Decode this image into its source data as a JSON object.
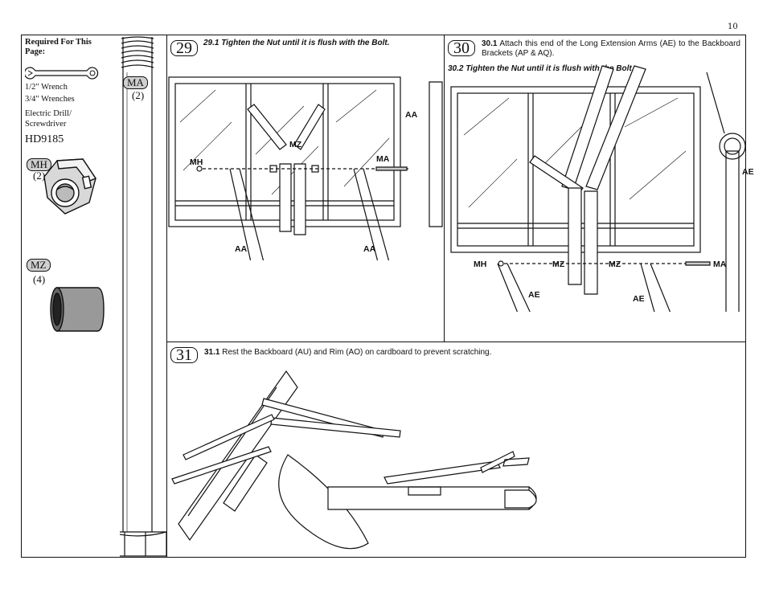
{
  "page": {
    "number": "10"
  },
  "parts": {
    "title": "Required For This Page:",
    "tools": [
      "1/2\" Wrench",
      "3/4\" Wrenches",
      "Electric Drill/",
      "Screwdriver"
    ],
    "model": "HD9185",
    "items": [
      {
        "code": "MA",
        "qty": "(2)"
      },
      {
        "code": "MH",
        "qty": "(2)"
      },
      {
        "code": "MZ",
        "qty": "(4)"
      }
    ]
  },
  "steps": [
    {
      "number": "29",
      "instructions": [
        {
          "id": "29.1",
          "text": "Tighten the Nut until it is flush with the Bolt."
        }
      ],
      "labels": [
        "AA",
        "MZ",
        "MH",
        "MA",
        "AA",
        "AA"
      ]
    },
    {
      "number": "30",
      "instructions": [
        {
          "id": "30.1",
          "text": "Attach this end of the Long Extension Arms (AE) to the Backboard Brackets (AP & AQ)."
        },
        {
          "id": "30.2",
          "text": "Tighten the Nut until it is flush with the Bolt."
        }
      ],
      "labels": [
        "AE",
        "MH",
        "MZ",
        "MZ",
        "MA",
        "AE",
        "AE"
      ]
    },
    {
      "number": "31",
      "instructions": [
        {
          "id": "31.1",
          "text": "Rest the Backboard (AU) and Rim (AO) on cardboard to prevent scratching."
        }
      ]
    }
  ]
}
